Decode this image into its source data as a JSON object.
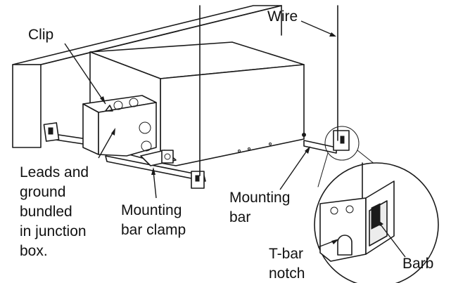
{
  "labels": {
    "clip": "Clip",
    "wire": "Wire",
    "leads": [
      "Leads and",
      "ground",
      "bundled",
      "in junction",
      "box."
    ],
    "mounting_bar_clamp": [
      "Mounting",
      "bar clamp"
    ],
    "mounting_bar": [
      "Mounting",
      "bar"
    ],
    "t_bar_notch": [
      "T-bar",
      "notch"
    ],
    "barb": "Barb"
  }
}
